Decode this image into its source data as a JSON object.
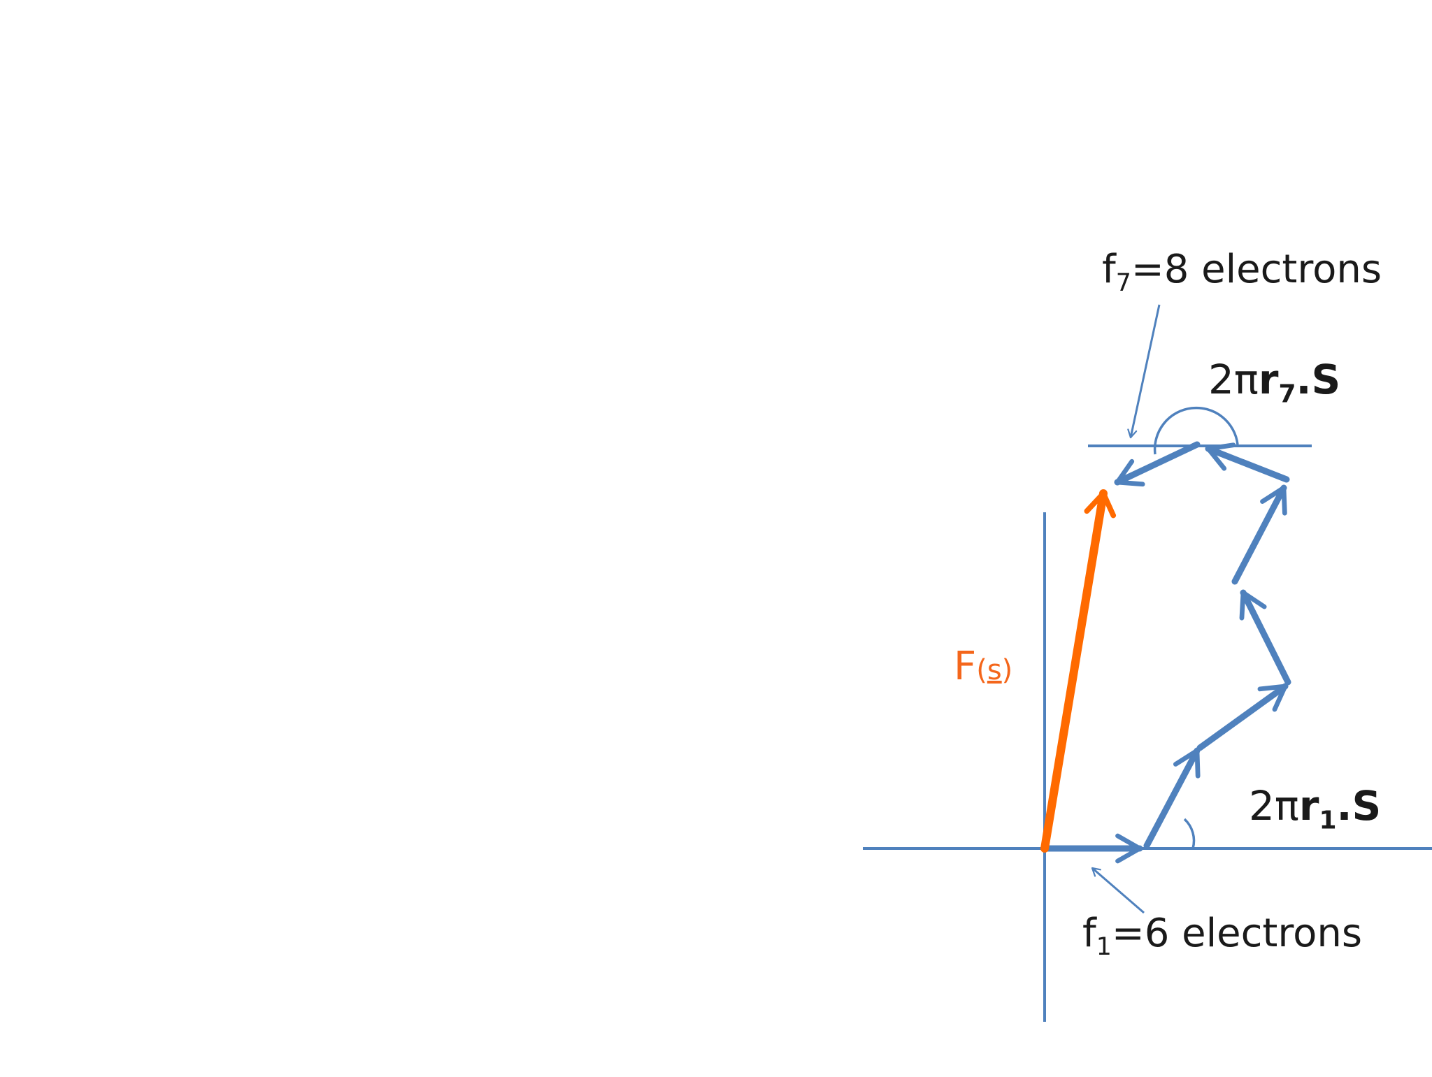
{
  "labels": {
    "f7_prefix": "f",
    "f7_sub": "7",
    "f7_rest": "=8 electrons",
    "f1_prefix": "f",
    "f1_sub": "1",
    "f1_rest": "=6 electrons",
    "r7_prefix": "2π",
    "r7_r": "r",
    "r7_sub": "7",
    "r7_suffix": ".S",
    "r1_prefix": "2π",
    "r1_r": "r",
    "r1_sub": "1",
    "r1_suffix": ".S",
    "F_letter": "F",
    "F_open": "(",
    "F_s": "s",
    "F_close": ")"
  },
  "colors": {
    "vector_blue": "#4f81bd",
    "resultant_orange": "#ff6a00",
    "text": "#1a1a1a"
  }
}
